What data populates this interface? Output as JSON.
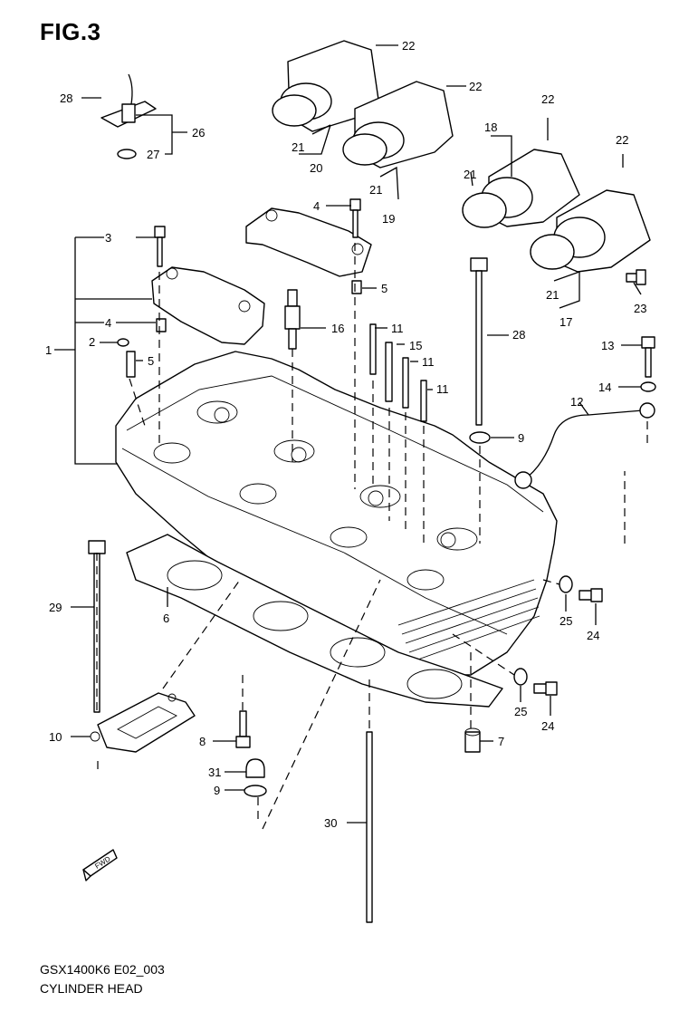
{
  "figure": {
    "title": "FIG.3"
  },
  "caption": {
    "model_code": "GSX1400K6 E02_003",
    "section_name": "CYLINDER HEAD"
  },
  "direction_marker": {
    "label": "FWD"
  },
  "callouts": {
    "c1": "1",
    "c2": "2",
    "c3": "3",
    "c4a": "4",
    "c4b": "4",
    "c5a": "5",
    "c5b": "5",
    "c6": "6",
    "c7": "7",
    "c8": "8",
    "c9a": "9",
    "c9b": "9",
    "c10": "10",
    "c11a": "11",
    "c11b": "11",
    "c11c": "11",
    "c12": "12",
    "c13": "13",
    "c14": "14",
    "c15": "15",
    "c16": "16",
    "c17": "17",
    "c18": "18",
    "c19": "19",
    "c20": "20",
    "c21a": "21",
    "c21b": "21",
    "c21c": "21",
    "c21d": "21",
    "c22a": "22",
    "c22b": "22",
    "c22c": "22",
    "c22d": "22",
    "c23": "23",
    "c24a": "24",
    "c24b": "24",
    "c25a": "25",
    "c25b": "25",
    "c26": "26",
    "c27": "27",
    "c28a": "28",
    "c28b": "28",
    "c29": "29",
    "c30": "30",
    "c31": "31"
  }
}
